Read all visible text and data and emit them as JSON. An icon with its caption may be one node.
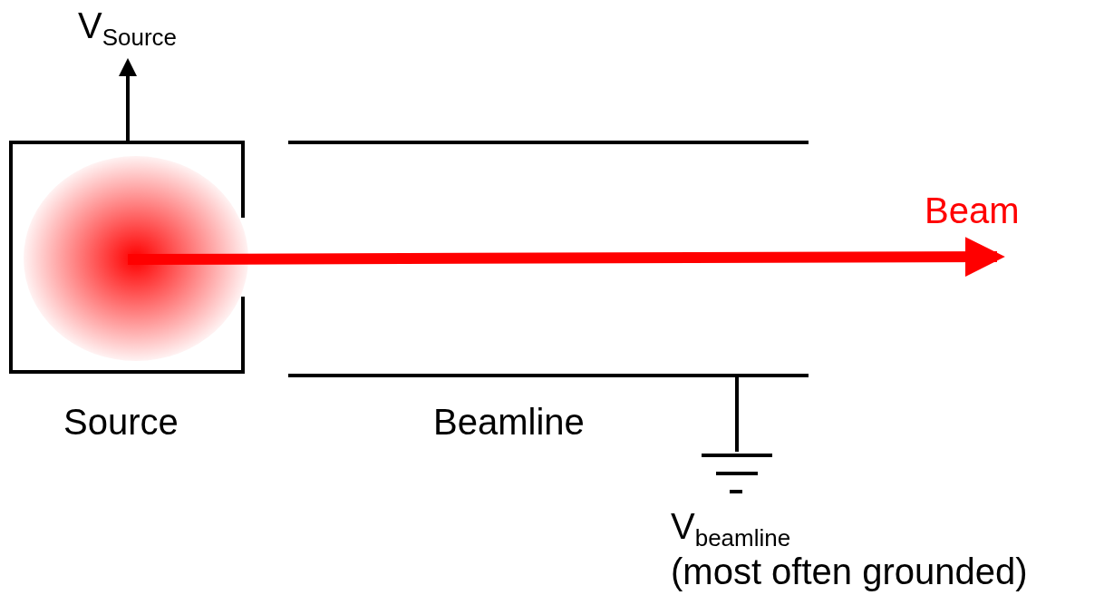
{
  "diagram": {
    "nodes": [
      {
        "text": [
          "Source"
        ]
      },
      {
        "text": [
          "V$_{Source}$"
        ]
      },
      {
        "text": [
          "Beamline"
        ]
      },
      {
        "text": [],
        "shape": "ground",
        "beside": [
          "V$_{beamline}$",
          "(most often grounded)"
        ]
      }
    ],
    "edges": [
      {
        "from": 0,
        "to": 1,
        "arrow": "to"
      },
      {
        "from": 0,
        "to": null,
        "arrow": "to",
        "label": "Beam",
        "style": "thick",
        "color": "#ff0000"
      },
      {
        "from": 2,
        "to": 3,
        "arrow": "none"
      }
    ]
  }
}
